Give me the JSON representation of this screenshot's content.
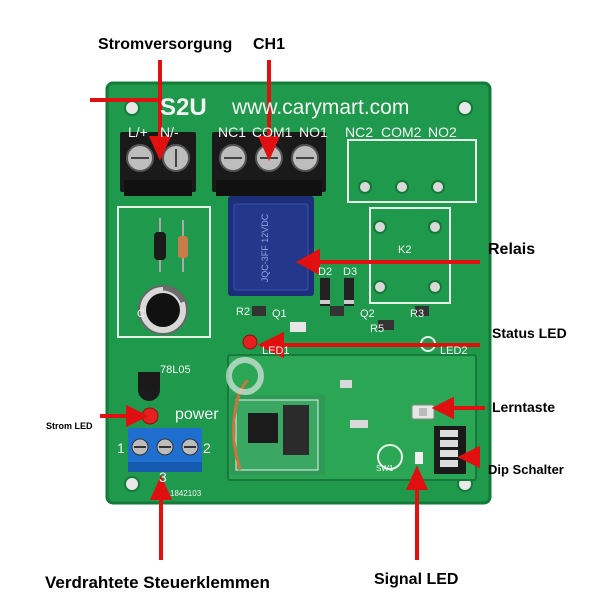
{
  "labels": {
    "power_supply": "Stromversorgung",
    "ch1": "CH1",
    "relay": "Relais",
    "status_led": "Status LED",
    "learn_button": "Lerntaste",
    "power_led": "Strom LED",
    "dip_switch": "Dip Schalter",
    "wired_terminals": "Verdrahtete Steuerklemmen",
    "signal_led": "Signal LED"
  },
  "board": {
    "model": "S2U",
    "website": "www.carymart.com",
    "terminals_top": [
      "L/+",
      "N/-",
      "NC1",
      "COM1",
      "NO1",
      "NC2",
      "COM2",
      "NO2"
    ],
    "k2": "K2",
    "d2": "D2",
    "d3": "D3",
    "r2": "R2",
    "q1": "Q1",
    "q2": "Q2",
    "r3": "R3",
    "r5": "R5",
    "c": "C",
    "led1": "LED1",
    "led2": "LED2",
    "power_text": "power",
    "regulator": "78L05",
    "terminal_1": "1",
    "terminal_2": "2",
    "terminal_3": "3",
    "serial": "1842103",
    "sw1": "SW1"
  },
  "colors": {
    "pcb": "#1f9a4c",
    "arrow": "#e01010",
    "terminal_blue": "#1f6fd1",
    "relay_blue": "#1d2f7a"
  }
}
